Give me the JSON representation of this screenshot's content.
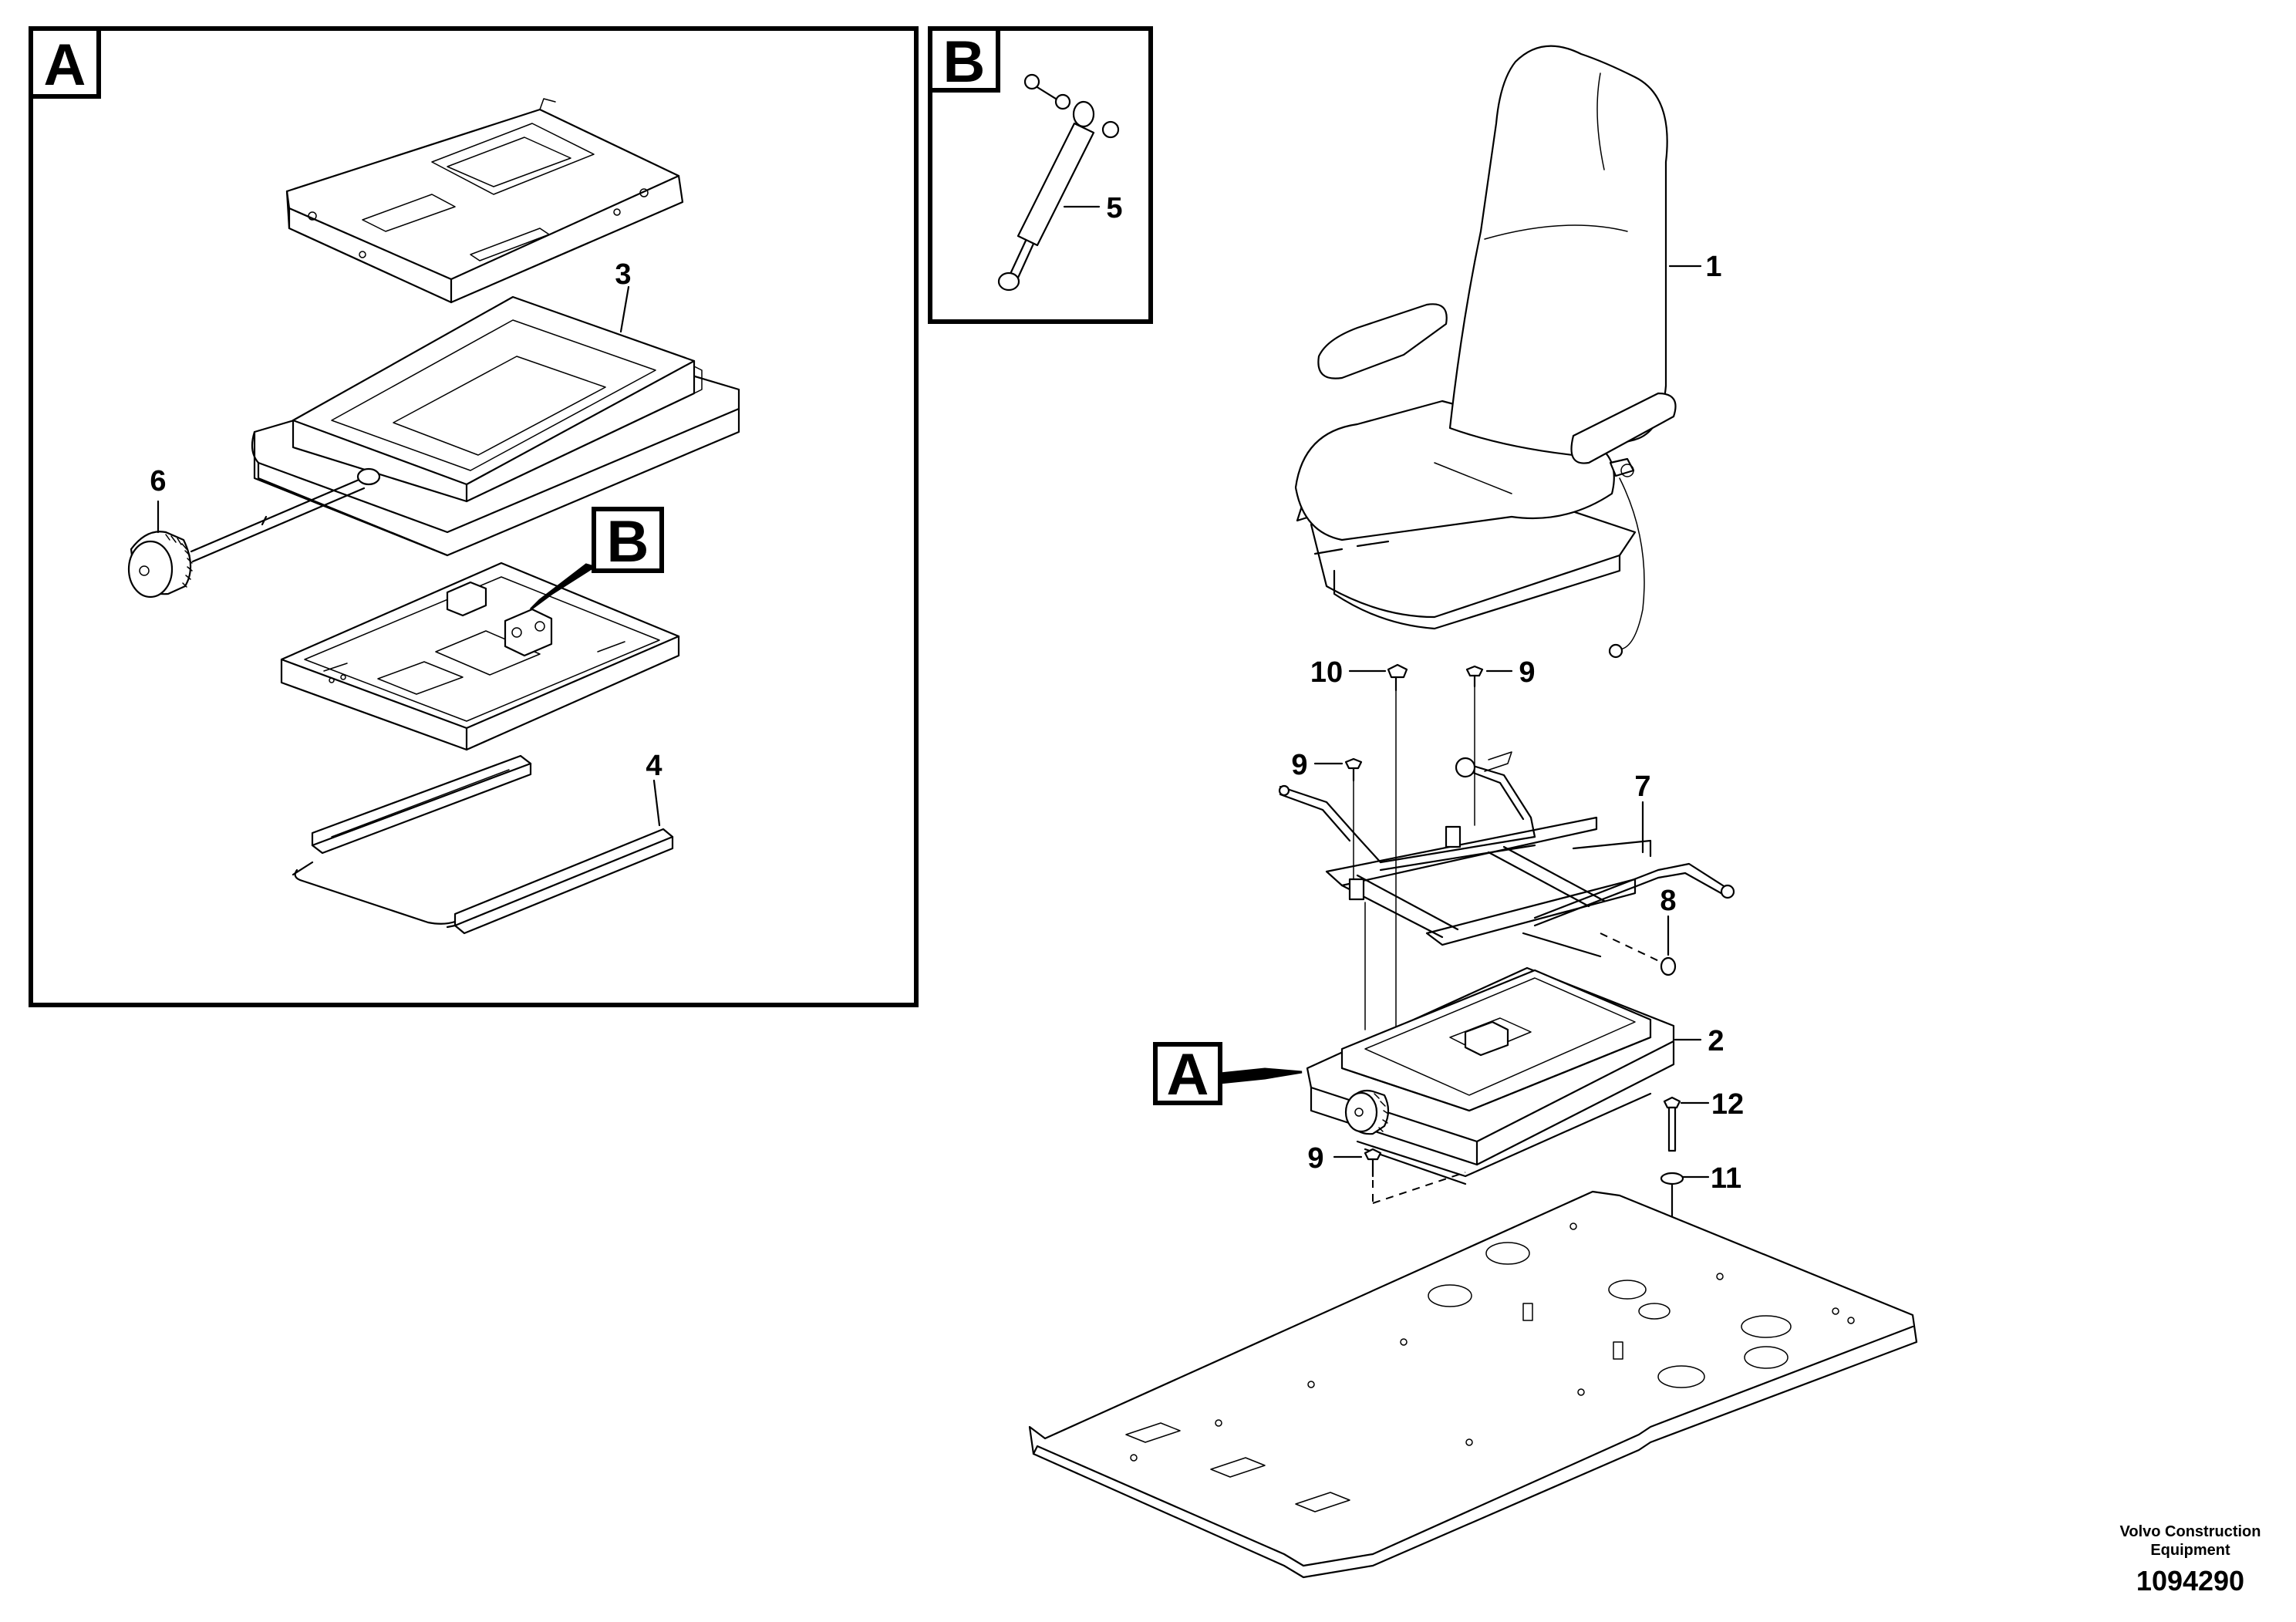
{
  "detail_views": [
    {
      "letter": "A"
    },
    {
      "letter": "B"
    }
  ],
  "callouts": {
    "detail_a_in_main": "A",
    "detail_b_in_a": "B"
  },
  "part_numbers": {
    "p1": "1",
    "p2": "2",
    "p3": "3",
    "p4": "4",
    "p5": "5",
    "p6": "6",
    "p7": "7",
    "p8": "8",
    "p9a": "9",
    "p9b": "9",
    "p9c": "9",
    "p10": "10",
    "p11": "11",
    "p12": "12"
  },
  "footer": {
    "company_line1": "Volvo Construction",
    "company_line2": "Equipment",
    "drawing_number": "1094290"
  }
}
